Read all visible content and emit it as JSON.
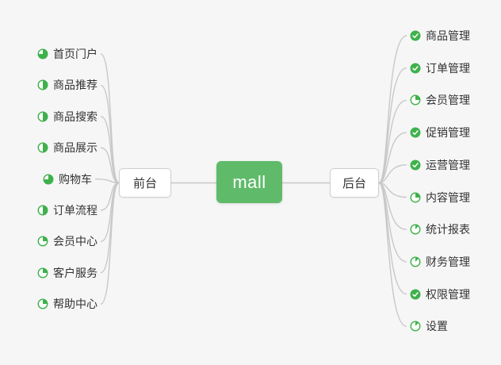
{
  "root": {
    "label": "mall"
  },
  "left_branch": {
    "label": "前台",
    "items": [
      {
        "label": "首页门户",
        "icon": "pie",
        "progress": 75
      },
      {
        "label": "商品推荐",
        "icon": "pie",
        "progress": 50
      },
      {
        "label": "商品搜索",
        "icon": "pie",
        "progress": 50
      },
      {
        "label": "商品展示",
        "icon": "pie",
        "progress": 50
      },
      {
        "label": "购物车",
        "icon": "pie",
        "progress": 75
      },
      {
        "label": "订单流程",
        "icon": "pie",
        "progress": 50
      },
      {
        "label": "会员中心",
        "icon": "pie",
        "progress": 25
      },
      {
        "label": "客户服务",
        "icon": "pie",
        "progress": 25
      },
      {
        "label": "帮助中心",
        "icon": "pie",
        "progress": 25
      }
    ]
  },
  "right_branch": {
    "label": "后台",
    "items": [
      {
        "label": "商品管理",
        "icon": "check"
      },
      {
        "label": "订单管理",
        "icon": "check"
      },
      {
        "label": "会员管理",
        "icon": "pie",
        "progress": 25
      },
      {
        "label": "促销管理",
        "icon": "check"
      },
      {
        "label": "运营管理",
        "icon": "check"
      },
      {
        "label": "内容管理",
        "icon": "pie",
        "progress": 25
      },
      {
        "label": "统计报表",
        "icon": "pie",
        "progress": 12
      },
      {
        "label": "财务管理",
        "icon": "pie",
        "progress": 12
      },
      {
        "label": "权限管理",
        "icon": "check"
      },
      {
        "label": "设置",
        "icon": "pie",
        "progress": 12
      }
    ]
  },
  "colors": {
    "canvas_bg": "#f6f6f6",
    "node_green": "#5FBB6A",
    "icon_green": "#3FB14C",
    "line_gray": "#C8C8C8",
    "text_dark": "#333333",
    "node_border": "#CFCFCF"
  }
}
